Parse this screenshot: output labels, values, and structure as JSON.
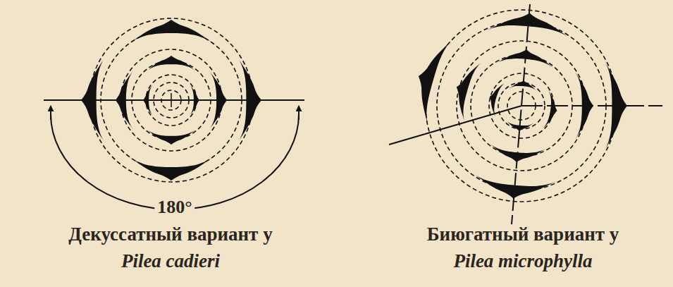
{
  "diagram": {
    "labels": [
      "180°",
      "Декуссатный вариант у",
      "Pilea cadieri",
      "Биюгатный вариант у",
      "Pilea microphylla"
    ]
  }
}
